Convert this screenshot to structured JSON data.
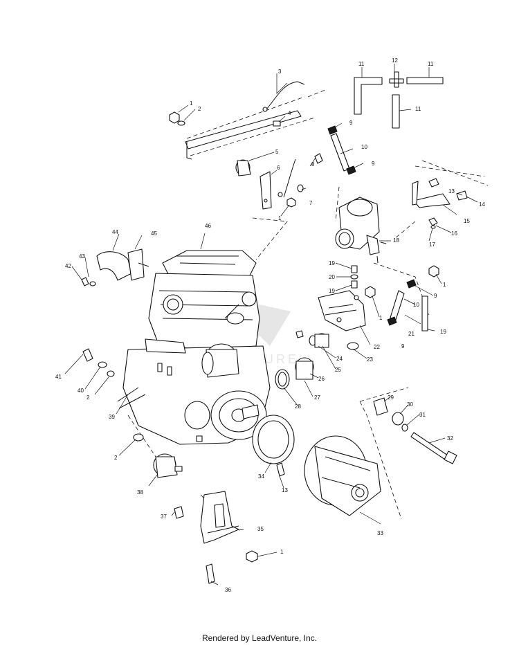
{
  "footer": {
    "text": "Rendered by LeadVenture, Inc."
  },
  "watermark": {
    "text": "VENTURE"
  },
  "callouts": [
    "1",
    "2",
    "3",
    "4",
    "5",
    "6",
    "7",
    "8",
    "9",
    "10",
    "11",
    "12",
    "13",
    "14",
    "15",
    "16",
    "17",
    "18",
    "19",
    "20",
    "21",
    "22",
    "23",
    "24",
    "25",
    "26",
    "27",
    "28",
    "29",
    "30",
    "31",
    "32",
    "33",
    "34",
    "35",
    "36",
    "37",
    "38",
    "39",
    "40",
    "41",
    "42",
    "43",
    "44",
    "45",
    "46"
  ]
}
